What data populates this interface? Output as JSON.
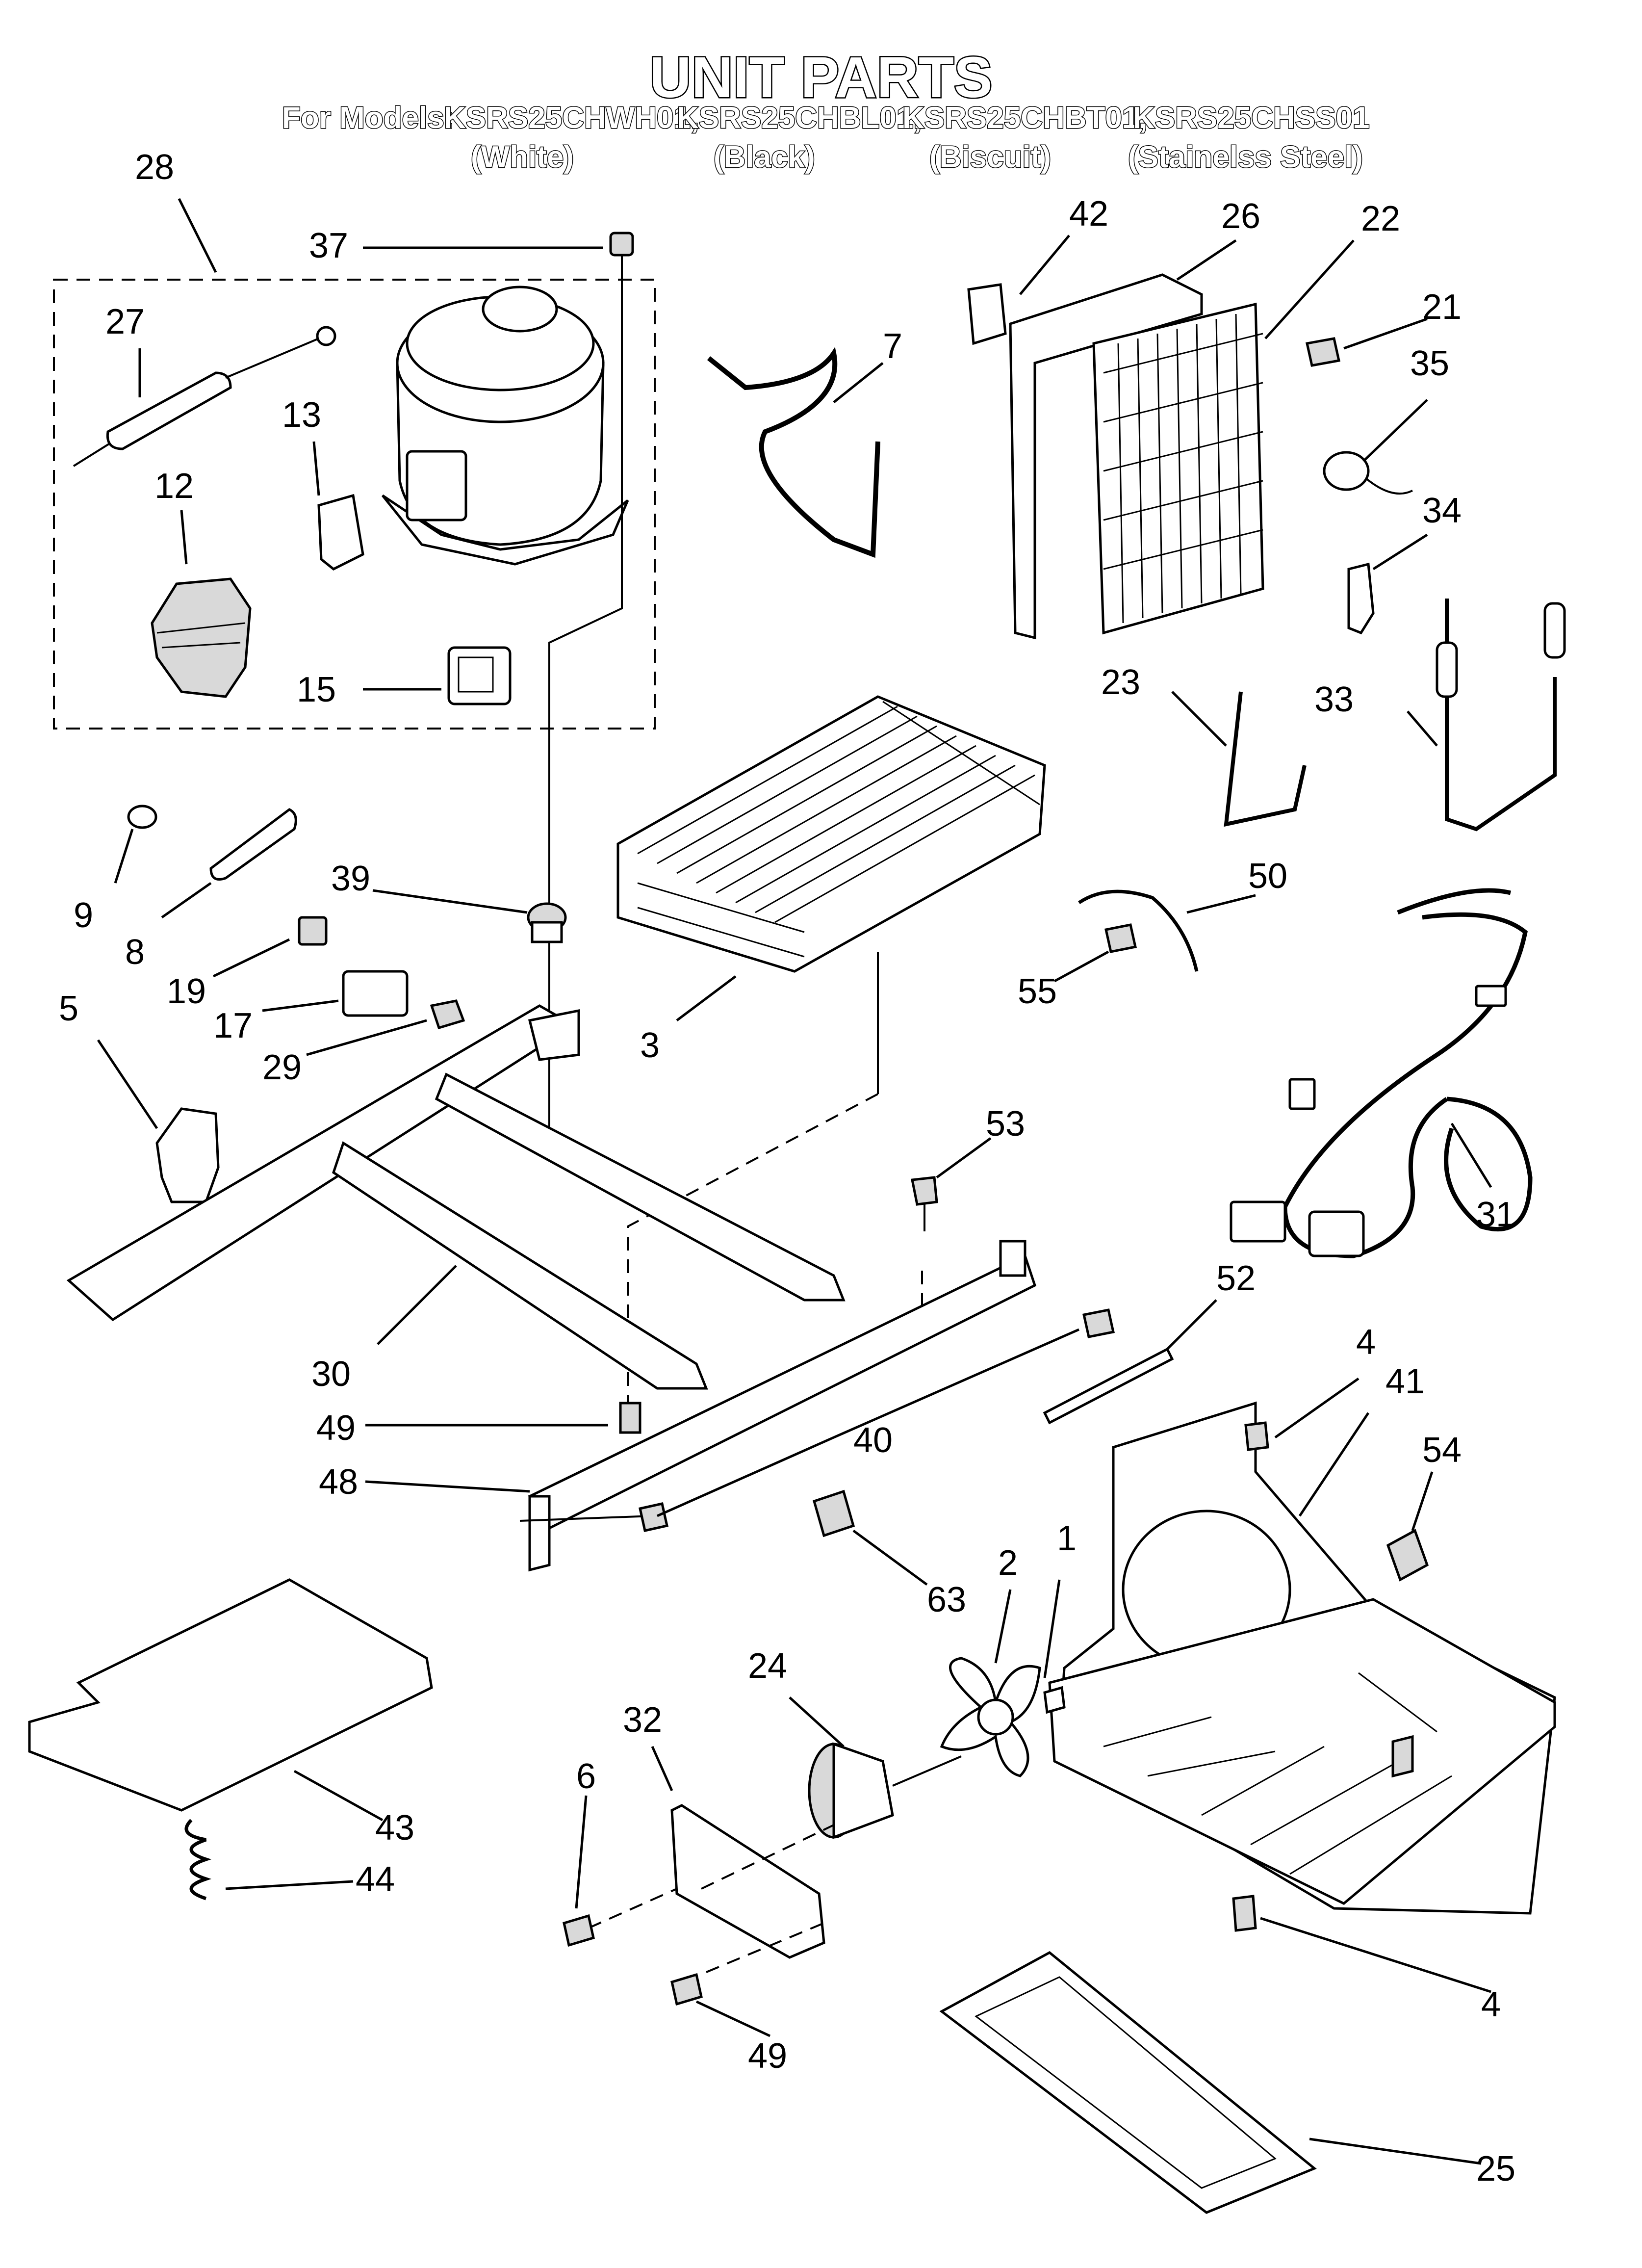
{
  "title": "UNIT PARTS",
  "models": {
    "prefix": "For Models:",
    "list": [
      {
        "model": "KSRS25CHWH01,",
        "color": "(White)"
      },
      {
        "model": "KSRS25CHBL01,",
        "color": "(Black)"
      },
      {
        "model": "KSRS25CHBT01,",
        "color": "(Biscuit)"
      },
      {
        "model": "KSRS25CHSS01",
        "color": "(Stainelss Steel)"
      }
    ]
  },
  "callouts": [
    {
      "id": "28",
      "label": "28"
    },
    {
      "id": "37",
      "label": "37"
    },
    {
      "id": "27",
      "label": "27"
    },
    {
      "id": "13",
      "label": "13"
    },
    {
      "id": "12",
      "label": "12"
    },
    {
      "id": "15",
      "label": "15"
    },
    {
      "id": "42",
      "label": "42"
    },
    {
      "id": "26",
      "label": "26"
    },
    {
      "id": "22",
      "label": "22"
    },
    {
      "id": "21",
      "label": "21"
    },
    {
      "id": "35",
      "label": "35"
    },
    {
      "id": "34",
      "label": "34"
    },
    {
      "id": "7",
      "label": "7"
    },
    {
      "id": "23",
      "label": "23"
    },
    {
      "id": "33",
      "label": "33"
    },
    {
      "id": "9",
      "label": "9"
    },
    {
      "id": "8",
      "label": "8"
    },
    {
      "id": "39",
      "label": "39"
    },
    {
      "id": "19",
      "label": "19"
    },
    {
      "id": "17",
      "label": "17"
    },
    {
      "id": "29",
      "label": "29"
    },
    {
      "id": "5",
      "label": "5"
    },
    {
      "id": "3",
      "label": "3"
    },
    {
      "id": "50",
      "label": "50"
    },
    {
      "id": "55",
      "label": "55"
    },
    {
      "id": "31",
      "label": "31"
    },
    {
      "id": "53",
      "label": "53"
    },
    {
      "id": "30",
      "label": "30"
    },
    {
      "id": "52",
      "label": "52"
    },
    {
      "id": "49a",
      "label": "49"
    },
    {
      "id": "40",
      "label": "40"
    },
    {
      "id": "48",
      "label": "48"
    },
    {
      "id": "4a",
      "label": "4"
    },
    {
      "id": "41",
      "label": "41"
    },
    {
      "id": "54",
      "label": "54"
    },
    {
      "id": "63",
      "label": "63"
    },
    {
      "id": "2",
      "label": "2"
    },
    {
      "id": "1",
      "label": "1"
    },
    {
      "id": "24",
      "label": "24"
    },
    {
      "id": "32",
      "label": "32"
    },
    {
      "id": "6",
      "label": "6"
    },
    {
      "id": "43",
      "label": "43"
    },
    {
      "id": "44",
      "label": "44"
    },
    {
      "id": "4b",
      "label": "4"
    },
    {
      "id": "49b",
      "label": "49"
    },
    {
      "id": "25",
      "label": "25"
    }
  ]
}
